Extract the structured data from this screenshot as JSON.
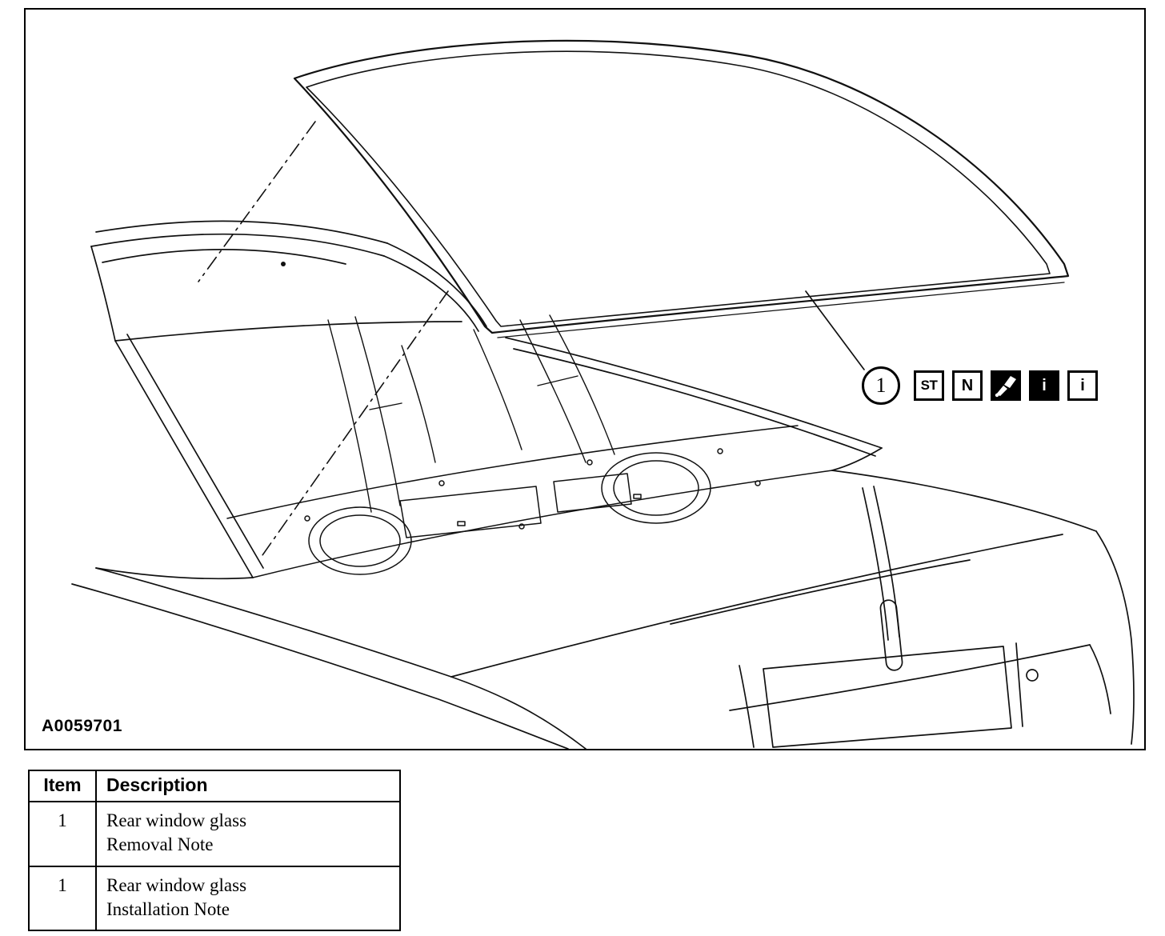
{
  "figure": {
    "id_label": "A0059701",
    "callout": {
      "number": "1",
      "badges": {
        "special_tool": "ST",
        "note": "N",
        "info_solid": "i",
        "info_outline": "i"
      }
    }
  },
  "table": {
    "headers": {
      "item": "Item",
      "description": "Description"
    },
    "rows": [
      {
        "item": "1",
        "line1": "Rear window glass",
        "line2": "Removal Note"
      },
      {
        "item": "1",
        "line1": "Rear window glass",
        "line2": "Installation Note"
      }
    ]
  }
}
